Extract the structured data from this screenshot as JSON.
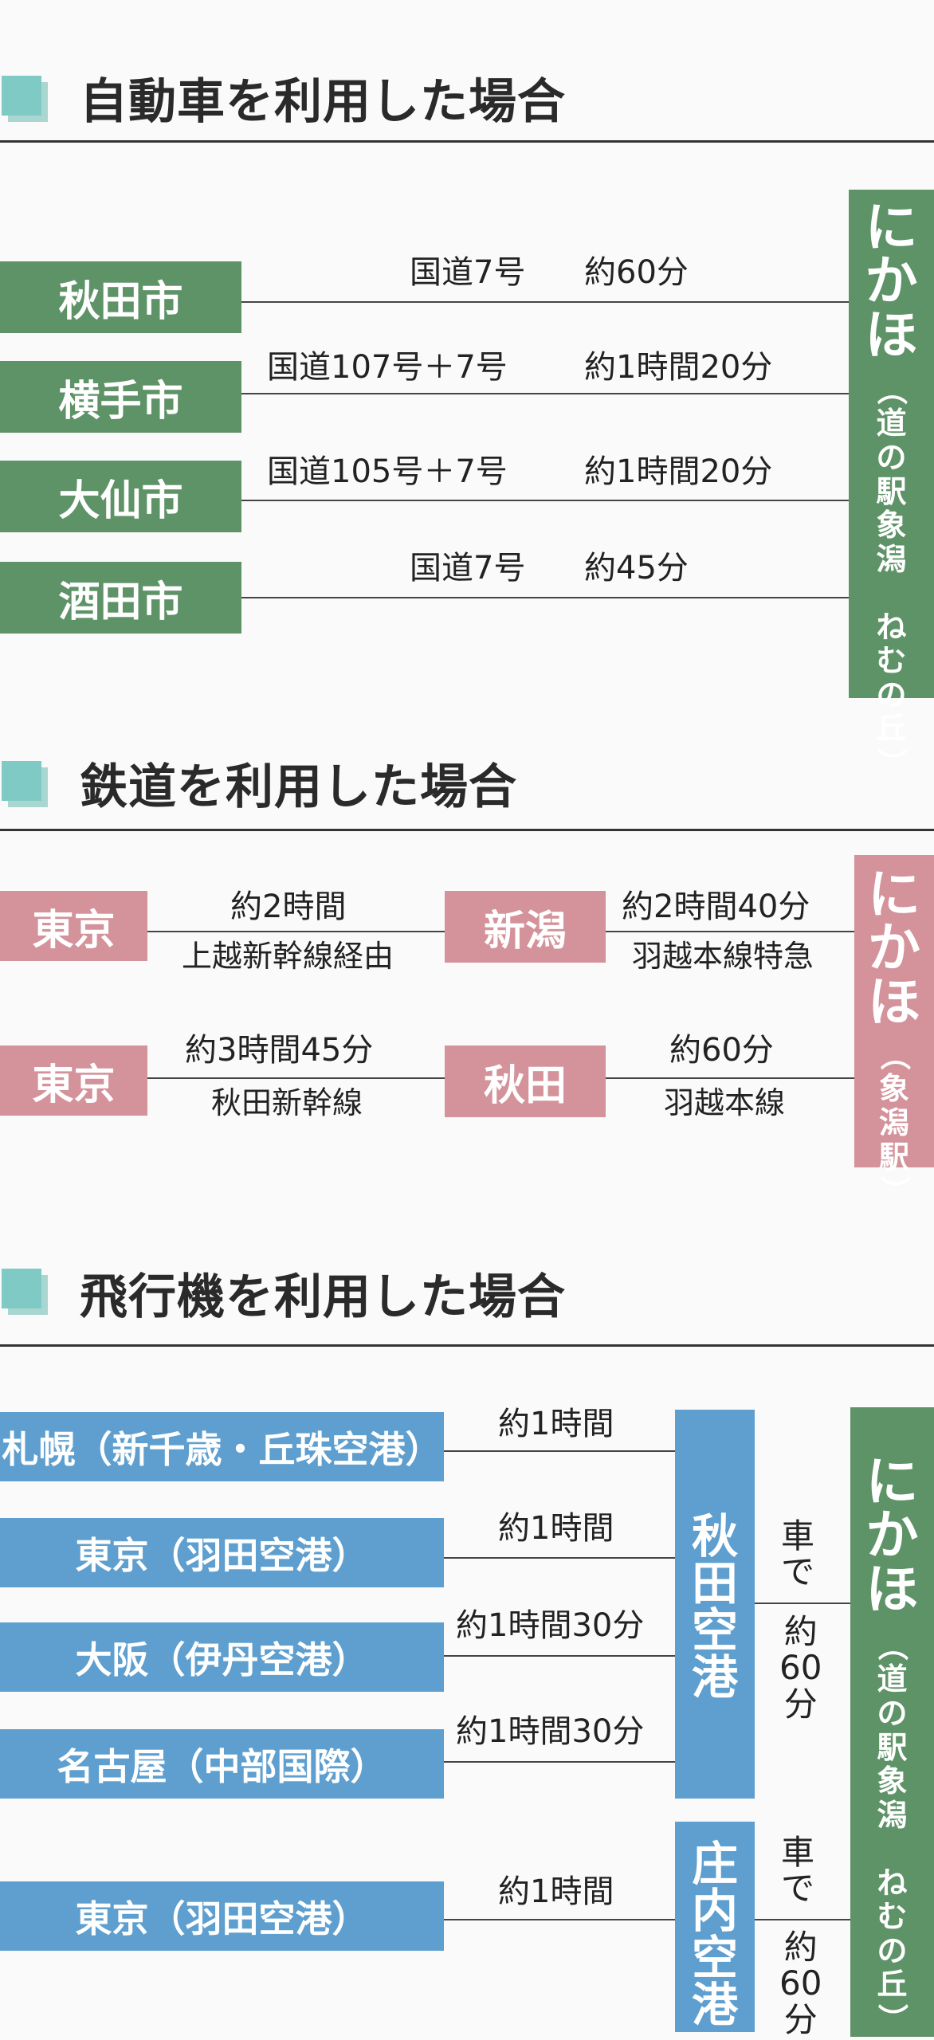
{
  "car": {
    "title": "自動車を利用した場合",
    "routes": [
      {
        "from": "秋田市",
        "road": "国道7号",
        "time": "約60分"
      },
      {
        "from": "横手市",
        "road": "国道107号＋7号",
        "time": "約1時間20分"
      },
      {
        "from": "大仙市",
        "road": "国道105号＋7号",
        "time": "約1時間20分"
      },
      {
        "from": "酒田市",
        "road": "国道7号",
        "time": "約45分"
      }
    ],
    "dest_main": [
      "に",
      "か",
      "ほ"
    ],
    "dest_sub": [
      "（",
      "道",
      "の",
      "駅",
      "象",
      "潟",
      "　",
      "ね",
      "む",
      "の",
      "丘",
      "）"
    ]
  },
  "rail": {
    "title": "鉄道を利用した場合",
    "routes": [
      {
        "from": "東京",
        "time1": "約2時間",
        "line1": "上越新幹線経由",
        "via": "新潟",
        "time2": "約2時間40分",
        "line2": "羽越本線特急"
      },
      {
        "from": "東京",
        "time1": "約3時間45分",
        "line1": "秋田新幹線",
        "via": "秋田",
        "time2": "約60分",
        "line2": "羽越本線"
      }
    ],
    "dest_main": [
      "に",
      "か",
      "ほ"
    ],
    "dest_sub": [
      "（",
      "象",
      "潟",
      "駅",
      "）"
    ]
  },
  "air": {
    "title": "飛行機を利用した場合",
    "routes": [
      {
        "from": "札幌（新千歳・丘珠空港）",
        "time": "約1時間"
      },
      {
        "from": "東京（羽田空港）",
        "time": "約1時間"
      },
      {
        "from": "大阪（伊丹空港）",
        "time": "約1時間30分"
      },
      {
        "from": "名古屋（中部国際）",
        "time": "約1時間30分"
      },
      {
        "from": "東京（羽田空港）",
        "time": "約1時間"
      }
    ],
    "airport1": [
      "秋",
      "田",
      "空",
      "港"
    ],
    "airport2": [
      "庄",
      "内",
      "空",
      "港"
    ],
    "car_label": [
      "車",
      "で"
    ],
    "car_time": [
      "約",
      "60",
      "分"
    ],
    "dest_main": [
      "に",
      "か",
      "ほ"
    ],
    "dest_sub": [
      "（",
      "道",
      "の",
      "駅",
      "象",
      "潟",
      "　",
      "ね",
      "む",
      "の",
      "丘",
      "）"
    ]
  },
  "colors": {
    "green": "#5e9367",
    "pink": "#d4929a",
    "blue": "#5e9fcf",
    "teal": "#7fcac4"
  }
}
